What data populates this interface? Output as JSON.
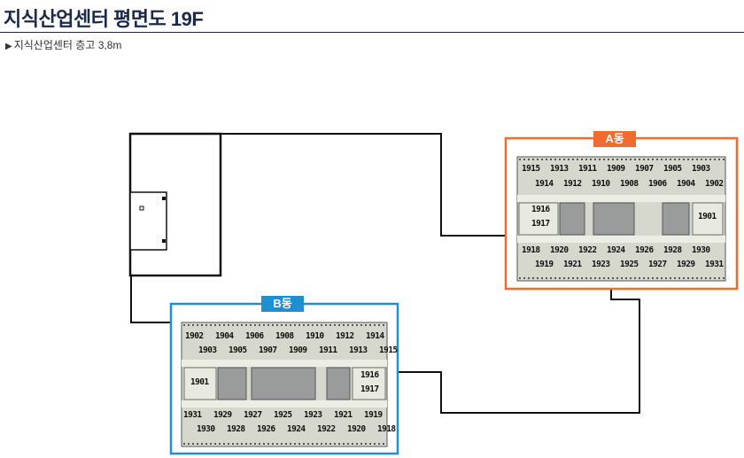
{
  "header": {
    "title": "지식산업센터 평면도 19F",
    "subtitle_marker": "▶",
    "subtitle": "지식산업센터 층고 3,8m"
  },
  "colors": {
    "title": "#1a2a4a",
    "building_a": "#f26a2e",
    "building_b": "#1e8fd1",
    "floor_fill": "#d6d8ce",
    "core_fill": "#9a9c9c"
  },
  "buildings": {
    "a": {
      "label": "A동",
      "top_row_1": [
        "1915",
        "1913",
        "1911",
        "1909",
        "1907",
        "1905",
        "1903"
      ],
      "top_row_2": [
        "1914",
        "1912",
        "1910",
        "1908",
        "1906",
        "1904",
        "1902"
      ],
      "mid_left_1": "1916",
      "mid_left_2": "1917",
      "mid_right": "1901",
      "bottom_row_1": [
        "1918",
        "1920",
        "1922",
        "1924",
        "1926",
        "1928",
        "1930"
      ],
      "bottom_row_2": [
        "1919",
        "1921",
        "1923",
        "1925",
        "1927",
        "1929",
        "1931"
      ]
    },
    "b": {
      "label": "B동",
      "top_row_1": [
        "1902",
        "1904",
        "1906",
        "1908",
        "1910",
        "1912",
        "1914"
      ],
      "top_row_2": [
        "1903",
        "1905",
        "1907",
        "1909",
        "1911",
        "1913",
        "1915"
      ],
      "mid_left": "1901",
      "mid_right_1": "1916",
      "mid_right_2": "1917",
      "bottom_row_1": [
        "1931",
        "1929",
        "1927",
        "1925",
        "1923",
        "1921",
        "1919"
      ],
      "bottom_row_2": [
        "1930",
        "1928",
        "1926",
        "1924",
        "1922",
        "1920",
        "1918"
      ]
    }
  }
}
